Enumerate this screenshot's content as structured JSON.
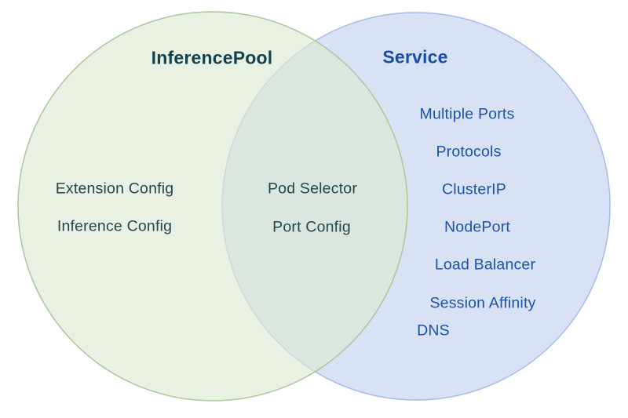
{
  "venn": {
    "left": {
      "title": "InferencePool",
      "items": [
        "Extension Config",
        "Inference Config"
      ],
      "fill": "#dde9d3",
      "fill_opacity": "0.65",
      "border": "#a6c89b",
      "title_color": "#16404d",
      "text_color": "#24454f"
    },
    "right": {
      "title": "Service",
      "items": [
        "Multiple Ports",
        "Protocols",
        "ClusterIP",
        "NodePort",
        "Load Balancer",
        "Session Affinity",
        "DNS"
      ],
      "fill": "#d8e2f4",
      "border": "#a3bce9",
      "title_color": "#174ea6",
      "text_color": "#1d51a8"
    },
    "intersection": {
      "items": [
        "Pod Selector",
        "Port Config"
      ],
      "blended_fill": "#dbe7de"
    }
  }
}
